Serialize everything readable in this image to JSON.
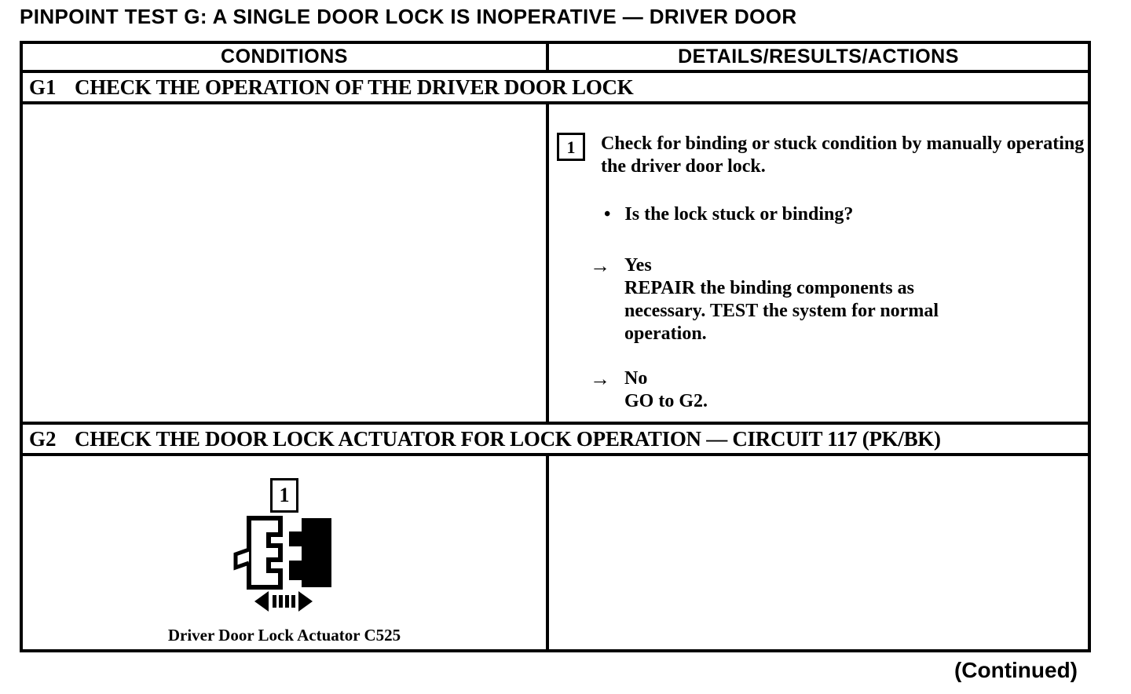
{
  "page": {
    "title": "PINPOINT TEST G: A SINGLE DOOR LOCK IS INOPERATIVE — DRIVER DOOR",
    "continued_note": "(Continued)"
  },
  "icons": {
    "result_arrow": "→",
    "bullet": "•"
  },
  "table": {
    "column_headers": [
      "CONDITIONS",
      "DETAILS/RESULTS/ACTIONS"
    ],
    "steps": [
      {
        "id": "G1",
        "heading": "CHECK THE OPERATION OF THE DRIVER DOOR LOCK",
        "details": {
          "step_number": "1",
          "instruction": "Check for binding or stuck condition by manually operating the driver door lock.",
          "question": "Is the lock stuck or binding?",
          "results": [
            {
              "answer": "Yes",
              "action": "REPAIR the binding components as necessary. TEST the system for normal operation."
            },
            {
              "answer": "No",
              "action": "GO to G2."
            }
          ]
        }
      },
      {
        "id": "G2",
        "heading": "CHECK THE DOOR LOCK ACTUATOR FOR LOCK OPERATION — CIRCUIT 117 (PK/BK)",
        "figure": {
          "callout_number": "1",
          "caption": "Driver Door Lock Actuator C525"
        }
      }
    ]
  }
}
